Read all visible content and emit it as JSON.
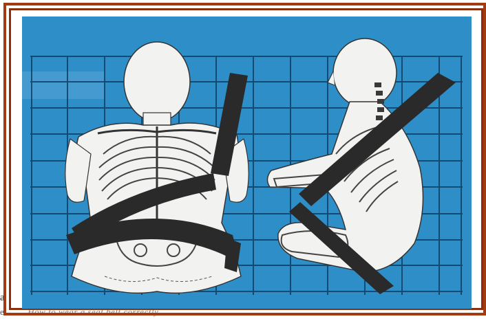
{
  "page": {
    "left_fragment": "a",
    "bottom_fragment": "e",
    "bottom_caption": "How to wear a seat belt correctly"
  },
  "colors": {
    "frame_outer": "#a33a12",
    "frame_inner": "#8a2e0c",
    "background": "#2e8fc8",
    "grid": "#0f3f66",
    "figure": "#f2f2f0",
    "belt": "#2a2a2a"
  }
}
